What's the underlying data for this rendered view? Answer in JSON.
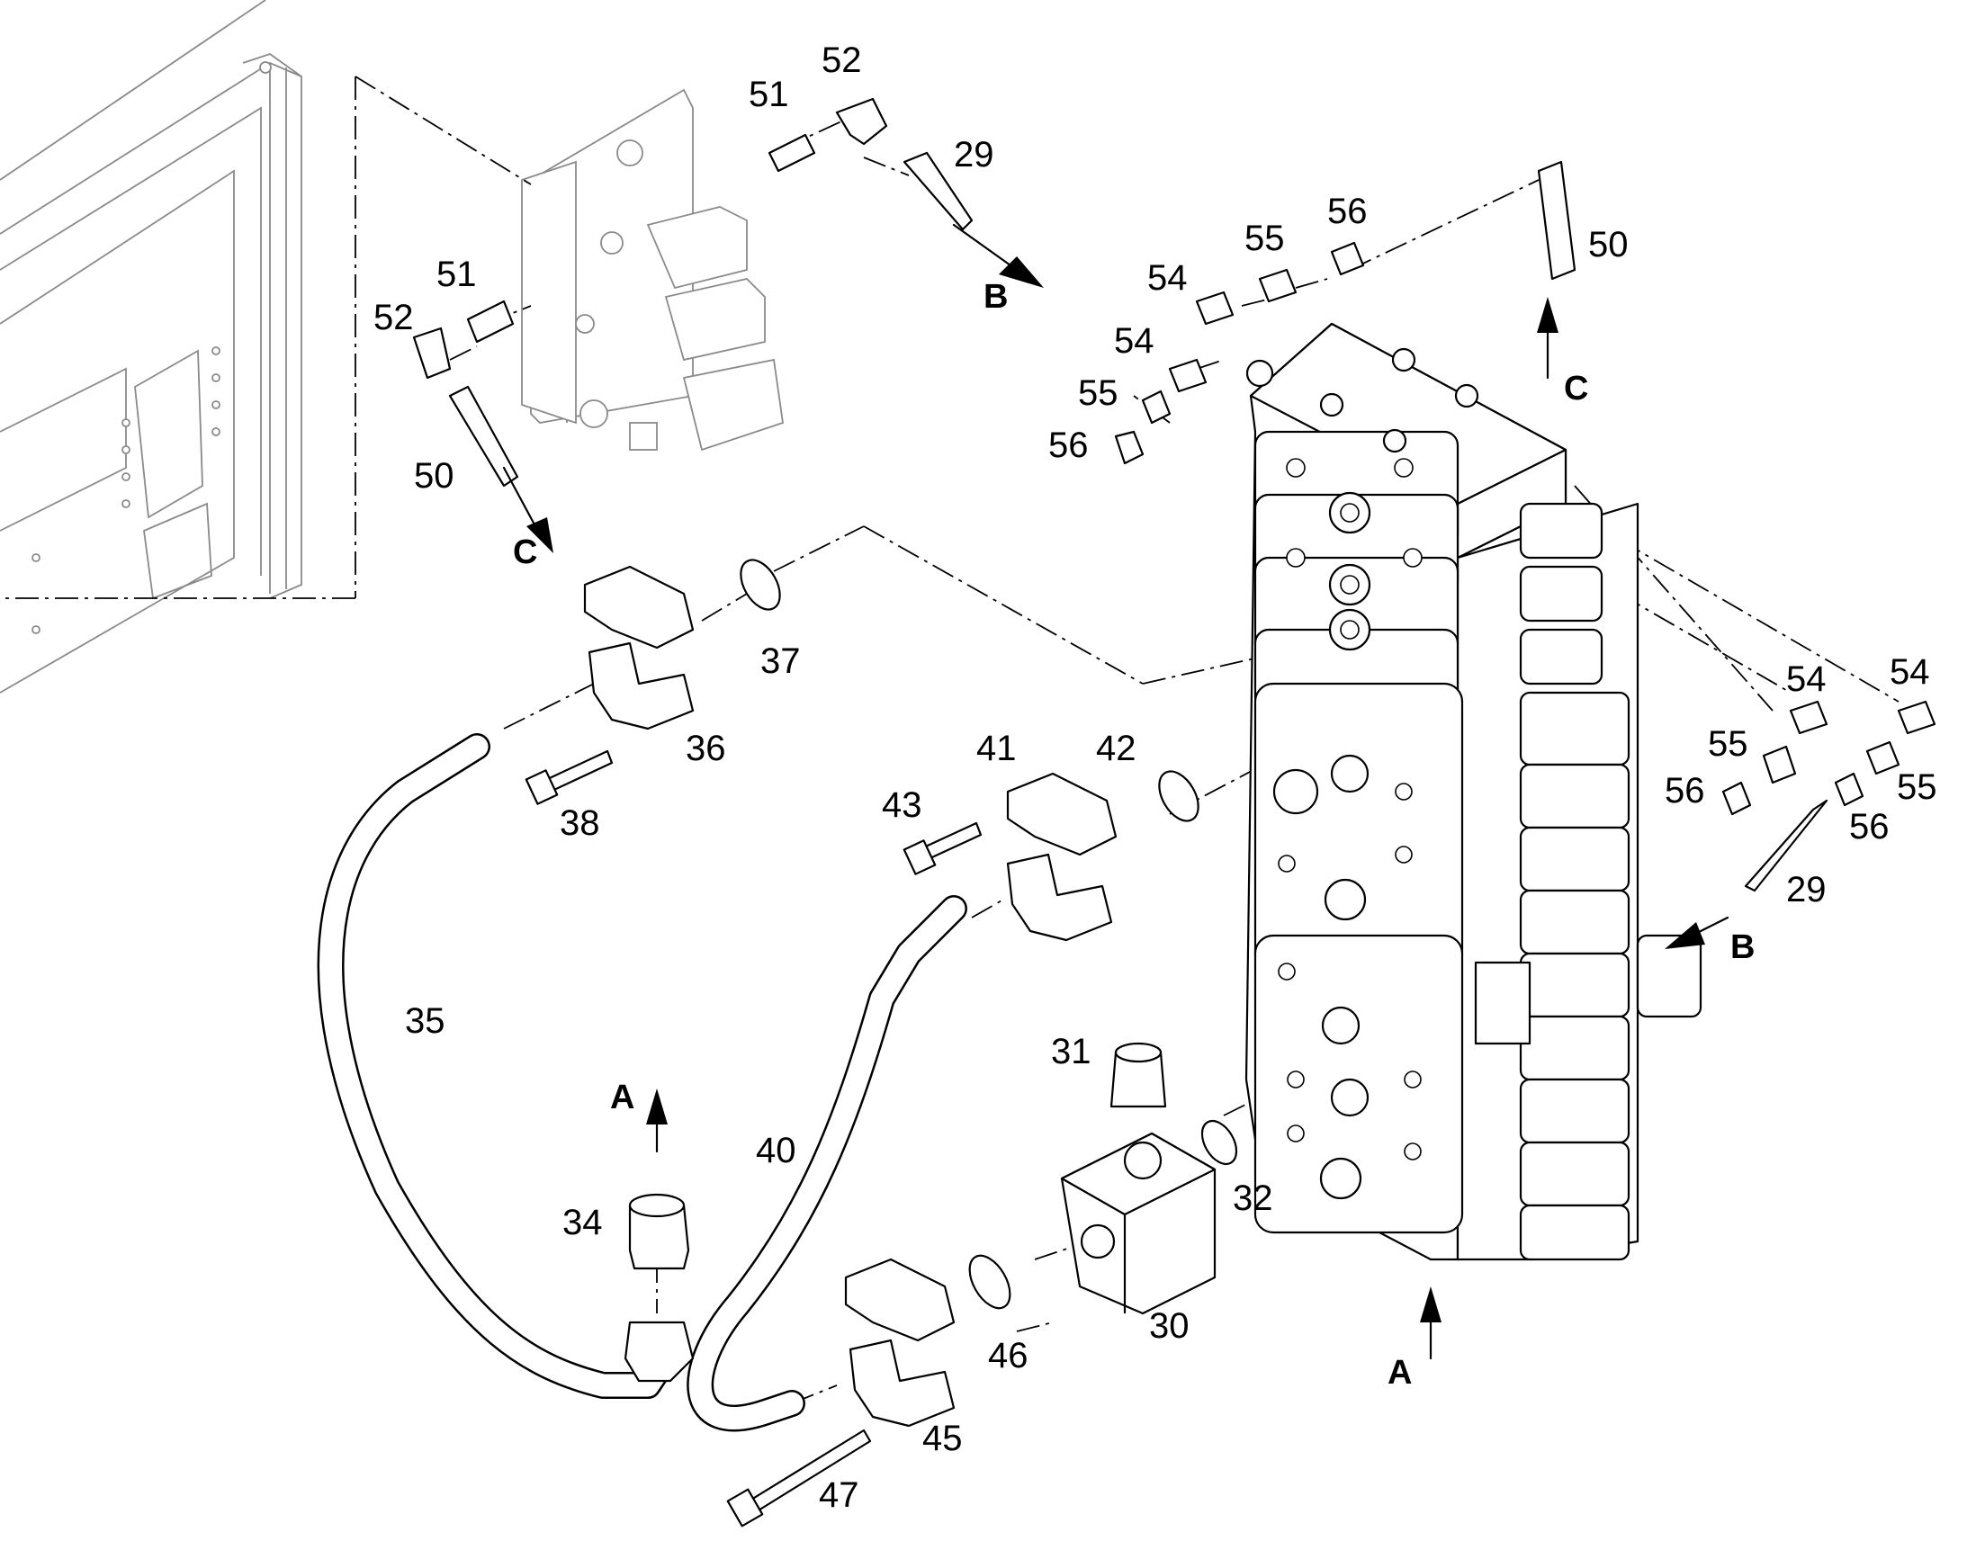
{
  "diagram": {
    "part_labels": [
      {
        "id": "p51a",
        "text": "51"
      },
      {
        "id": "p52a",
        "text": "52"
      },
      {
        "id": "p29a",
        "text": "29"
      },
      {
        "id": "p51b",
        "text": "51"
      },
      {
        "id": "p52b",
        "text": "52"
      },
      {
        "id": "p50a",
        "text": "50"
      },
      {
        "id": "p56a",
        "text": "56"
      },
      {
        "id": "p55a",
        "text": "55"
      },
      {
        "id": "p54a",
        "text": "54"
      },
      {
        "id": "p50b",
        "text": "50"
      },
      {
        "id": "p54b",
        "text": "54"
      },
      {
        "id": "p55b",
        "text": "55"
      },
      {
        "id": "p56b",
        "text": "56"
      },
      {
        "id": "p37",
        "text": "37"
      },
      {
        "id": "p36",
        "text": "36"
      },
      {
        "id": "p38",
        "text": "38"
      },
      {
        "id": "p41",
        "text": "41"
      },
      {
        "id": "p42",
        "text": "42"
      },
      {
        "id": "p43",
        "text": "43"
      },
      {
        "id": "p54c",
        "text": "54"
      },
      {
        "id": "p54d",
        "text": "54"
      },
      {
        "id": "p55c",
        "text": "55"
      },
      {
        "id": "p56c",
        "text": "56"
      },
      {
        "id": "p55d",
        "text": "55"
      },
      {
        "id": "p56d",
        "text": "56"
      },
      {
        "id": "p29b",
        "text": "29"
      },
      {
        "id": "p35",
        "text": "35"
      },
      {
        "id": "p31",
        "text": "31"
      },
      {
        "id": "p40",
        "text": "40"
      },
      {
        "id": "p32",
        "text": "32"
      },
      {
        "id": "p34",
        "text": "34"
      },
      {
        "id": "p30",
        "text": "30"
      },
      {
        "id": "p46",
        "text": "46"
      },
      {
        "id": "p45",
        "text": "45"
      },
      {
        "id": "p47",
        "text": "47"
      }
    ],
    "connection_letters": [
      {
        "id": "B1",
        "text": "B"
      },
      {
        "id": "C1",
        "text": "C"
      },
      {
        "id": "C2",
        "text": "C"
      },
      {
        "id": "B2",
        "text": "B"
      },
      {
        "id": "A1",
        "text": "A"
      },
      {
        "id": "A2",
        "text": "A"
      }
    ]
  }
}
